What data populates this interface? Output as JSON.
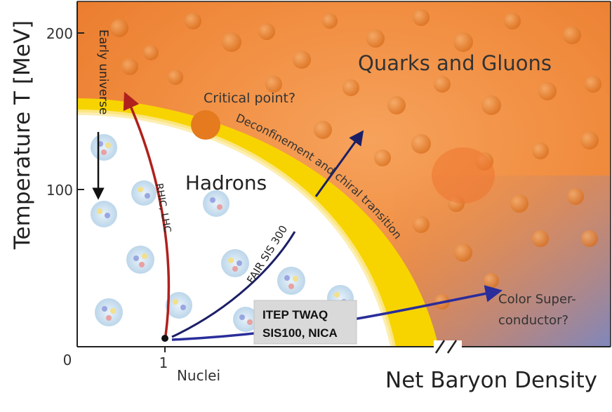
{
  "axes": {
    "y_label": "Temperature T [MeV]",
    "x_label": "Net Baryon Density",
    "y_ticks": [
      "200",
      "100",
      "0"
    ],
    "x_ticks": [
      "1"
    ],
    "x_tick_caption": "Nuclei"
  },
  "regions": {
    "qgp": "Quarks and Gluons",
    "hadrons": "Hadrons",
    "superconductor_line1": "Color Super-",
    "superconductor_line2": "conductor?"
  },
  "labels": {
    "critical_point": "Critical point?",
    "transition": "Deconfinement and chiral transition",
    "early_universe": "Early universe",
    "rhic": "RHIC, LHC",
    "fair": "FAIR SIS 300",
    "itep_line1": "ITEP TWAQ",
    "itep_line2": "SIS100, NICA"
  },
  "colors": {
    "qgp": "#f08a3c",
    "transition": "#f7d400",
    "critical_point": "#e57a1e",
    "superconductor": "#8088b8",
    "rhic_arrow": "#b0201c",
    "fair_arrow": "#1c1f66",
    "itep_arrow": "#2a2d9a"
  }
}
